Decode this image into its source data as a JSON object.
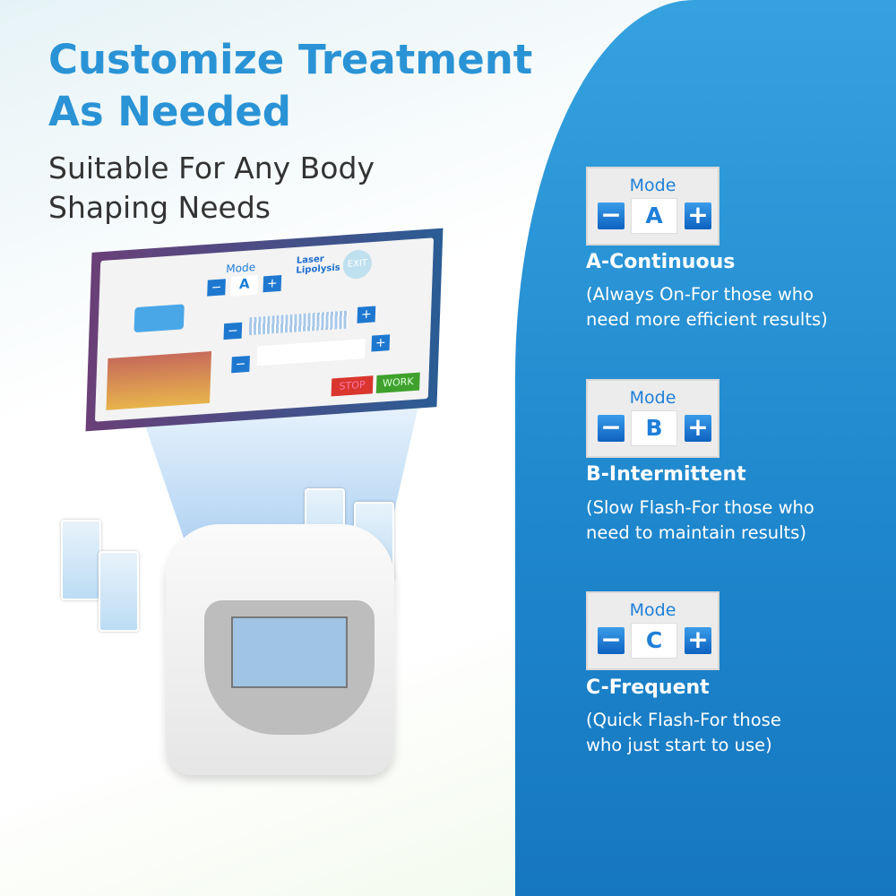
{
  "heading": {
    "line1": "Customize Treatment",
    "line2": "As Needed"
  },
  "subheading": {
    "line1": "Suitable For Any Body",
    "line2": "Shaping Needs"
  },
  "screen": {
    "mode_label": "Mode",
    "mode_value": "A",
    "brand_line1": "Laser",
    "brand_line2": "Lipolysis",
    "exit": "EXIT",
    "stop": "STOP",
    "work": "WORK",
    "minus": "−",
    "plus": "+"
  },
  "modes": [
    {
      "label": "Mode",
      "value": "A",
      "title": "A-Continuous",
      "desc1": "(Always On-For those who",
      "desc2": "need more efficient results)"
    },
    {
      "label": "Mode",
      "value": "B",
      "title": "B-Intermittent",
      "desc1": "(Slow Flash-For those who",
      "desc2": "need to maintain results)"
    },
    {
      "label": "Mode",
      "value": "C",
      "title": "C-Frequent",
      "desc1": "(Quick Flash-For those",
      "desc2": "who just start to use)"
    }
  ],
  "colors": {
    "accent": "#2a93d5",
    "panel": "#1e86cc"
  }
}
